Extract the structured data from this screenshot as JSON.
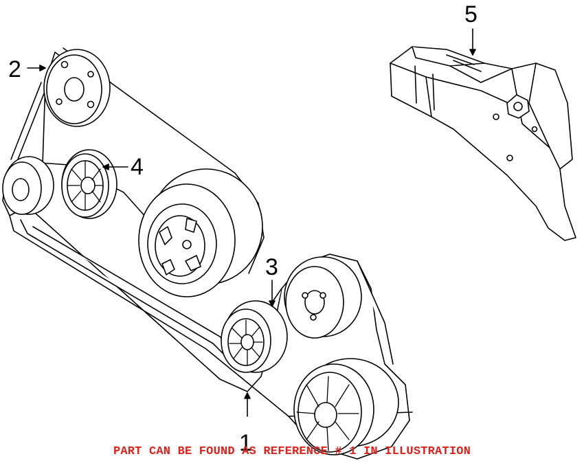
{
  "callouts": {
    "c1": "1",
    "c2": "2",
    "c3": "3",
    "c4": "4",
    "c5": "5"
  },
  "caption": {
    "text": "PART CAN BE FOUND AS REFERENCE # 1 IN ILLUSTRATION",
    "color": "#e0201b"
  },
  "colors": {
    "line": "#000000",
    "fill": "#ffffff"
  }
}
